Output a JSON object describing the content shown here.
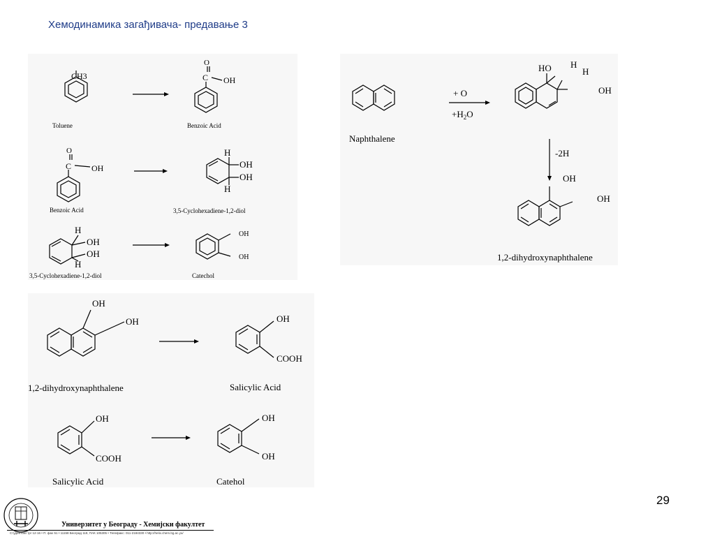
{
  "slide": {
    "title": "Хемодинамика загађивача- предавање 3",
    "page_number": "29"
  },
  "footer": {
    "institution": "Универзитет у Београду - Хемијски факултет",
    "address": "Студентски трг 12-16 • П. фах 51 • 11158 Београд 118, ПАК 105305 • Телефакс: 011-2184330 • http://helix.chem.bg.ac.yu/"
  },
  "panel_toluene": {
    "row1": {
      "start_label": "Toluene",
      "end_label": "Benzoic Acid",
      "substituent": "CH3",
      "o_label": "O",
      "c_label": "C",
      "oh_label": "OH"
    },
    "row2": {
      "start_label": "Benzoic Acid",
      "end_label": "3,5-Cyclohexadiene-1,2-diol",
      "o_label": "O",
      "c_label": "C",
      "oh_label": "OH",
      "h_label": "H"
    },
    "row3": {
      "start_label": "3,5-Cyclohexadiene-1,2-diol",
      "end_label": "Catechol",
      "h_label": "H",
      "oh_label": "OH"
    }
  },
  "panel_naphthalene": {
    "start_label": "Naphthalene",
    "reagent_top": "+ O",
    "reagent_bottom_prefix": "+H",
    "reagent_bottom_sub": "2",
    "reagent_bottom_suffix": "O",
    "intermediate": {
      "ho_label": "HO",
      "h_label": "H",
      "oh_label": "OH"
    },
    "step_label": "-2H",
    "product_label": "1,2-dihydroxynaphthalene",
    "oh_label": "OH"
  },
  "panel_salicylic": {
    "row1": {
      "start_label": "1,2-dihydroxynaphthalene",
      "end_label": "Salicylic Acid",
      "oh_label": "OH",
      "cooh_label": "COOH"
    },
    "row2": {
      "start_label": "Salicylic Acid",
      "end_label": "Catehol",
      "oh_label": "OH",
      "cooh_label": "COOH"
    }
  }
}
